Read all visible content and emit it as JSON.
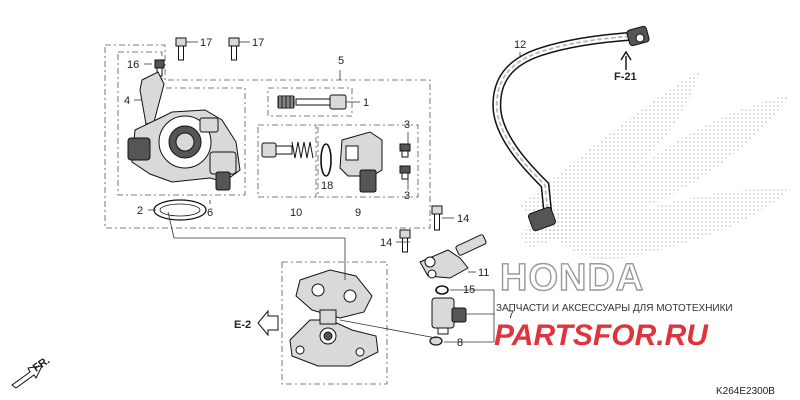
{
  "callouts": {
    "p1": "1",
    "p2": "2",
    "p3a": "3",
    "p3b": "3",
    "p4": "4",
    "p5": "5",
    "p6": "6",
    "p7": "7",
    "p8": "8",
    "p9": "9",
    "p10": "10",
    "p11": "11",
    "p12": "12",
    "p14a": "14",
    "p14b": "14",
    "p15": "15",
    "p16": "16",
    "p17a": "17",
    "p17b": "17",
    "p18": "18"
  },
  "refs": {
    "f21": "F-21",
    "e2": "E-2",
    "fr": "FR."
  },
  "diagram_code": "K264E2300B",
  "watermark": {
    "brand": "HONDA",
    "subtitle": "ЗАПЧАСТИ И АКСЕССУАРЫ ДЛЯ МОТОТЕХНИКИ",
    "site": "PARTSFOR.RU"
  },
  "colors": {
    "accent": "#e0343c",
    "ink": "#111111",
    "part_fill": "#d9d9d9"
  }
}
